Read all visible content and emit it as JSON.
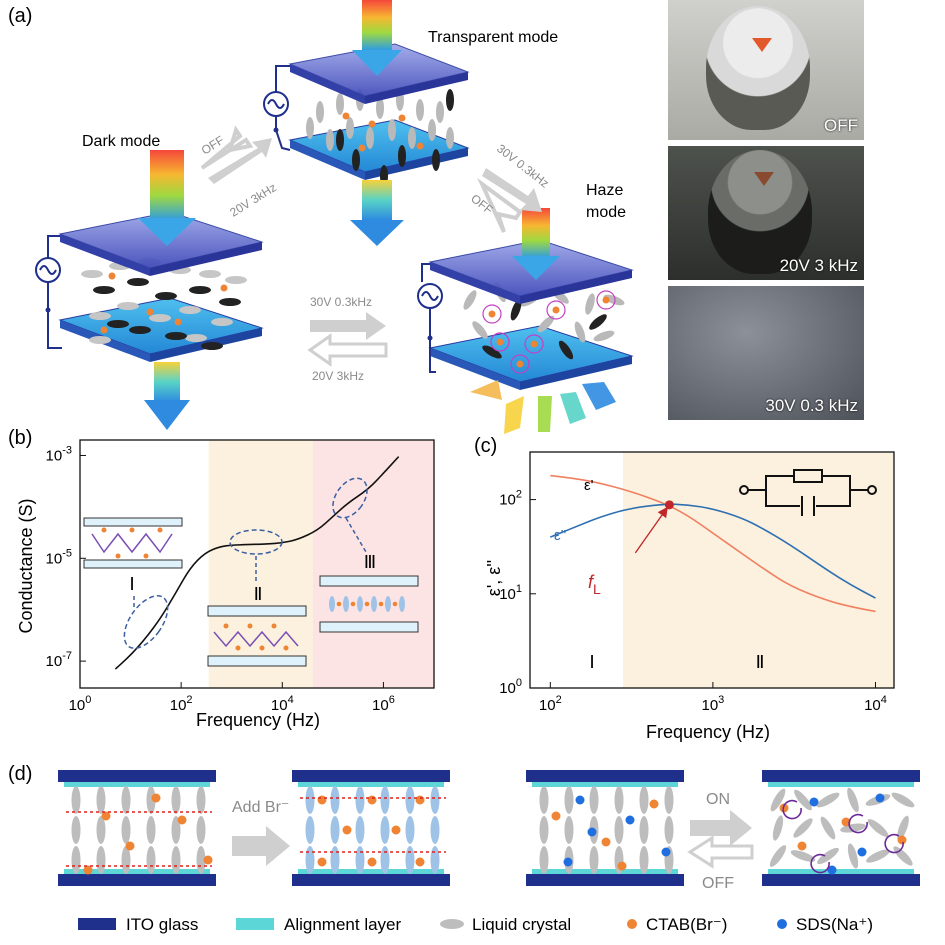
{
  "panel_a": {
    "label": "(a)",
    "modes": {
      "transparent": "Transparent mode",
      "dark": "Dark mode",
      "haze_1": "Haze",
      "haze_2": "mode"
    },
    "switches": {
      "dark_to_transparent": "OFF",
      "transparent_to_dark": "20V 3kHz",
      "transparent_to_haze": "30V 0.3kHz",
      "haze_to_transparent": "OFF",
      "dark_to_haze": "30V 0.3kHz",
      "haze_to_dark": "20V 3kHz"
    },
    "photos": [
      {
        "caption": "OFF",
        "tone": "#b9bab4"
      },
      {
        "caption": "20V 3 kHz",
        "tone": "#3b3e3a"
      },
      {
        "caption": "30V 0.3 kHz",
        "tone": "#5a5f66"
      }
    ]
  },
  "panel_b": {
    "label": "(b)",
    "xlabel": "Frequency (Hz)",
    "ylabel": "Conductance (S)",
    "region_labels": [
      "Ⅰ",
      "Ⅱ",
      "Ⅲ"
    ],
    "region_colors": [
      "#fbf1de",
      "#fce4e4"
    ]
  },
  "panel_c": {
    "label": "(c)",
    "xlabel": "Frequency (Hz)",
    "ylabel": "ε', ε''",
    "series_labels": [
      "ε'",
      "ε''"
    ],
    "fl_main": "f",
    "fl_sub": "L",
    "region_labels": [
      "Ⅰ",
      "Ⅱ"
    ],
    "region_color": "#fbf1de"
  },
  "panel_d": {
    "label": "(d)",
    "arrow1": "Add Br⁻",
    "arrow2_top": "ON",
    "arrow2_bottom": "OFF",
    "legend": [
      "ITO glass",
      "Alignment layer",
      "Liquid crystal",
      "CTAB(Br⁻)",
      "SDS(Na⁺)"
    ],
    "colors": {
      "ito": "#1f2f8c",
      "align": "#5cd6d6",
      "lc": "#bdbdbd",
      "lc_blue": "#9fc3e6",
      "ctab": "#ef8434",
      "sds": "#1f6fe0"
    }
  },
  "chart_data": [
    {
      "type": "line",
      "panel": "b",
      "xscale": "log",
      "yscale": "log",
      "xlim": [
        1,
        10000000
      ],
      "ylim": [
        3e-08,
        0.002
      ],
      "xticks": [
        1,
        100,
        10000,
        1000000
      ],
      "xtick_labels": [
        "10^0",
        "10^2",
        "10^4",
        "10^6"
      ],
      "yticks": [
        1e-07,
        1e-05,
        0.001
      ],
      "ytick_labels": [
        "10^-7",
        "10^-5",
        "10^-3"
      ],
      "regions": [
        [
          350,
          40000
        ],
        [
          40000,
          10000000
        ]
      ],
      "series": [
        {
          "x": [
            5,
            10,
            20,
            40,
            80,
            150,
            300,
            600,
            1000,
            2000,
            5000,
            10000,
            20000,
            50000,
            100000,
            200000,
            500000,
            1000000,
            2000000
          ],
          "y": [
            7e-08,
            1.3e-07,
            2.8e-07,
            7e-07,
            2.2e-06,
            6.5e-06,
            1.3e-05,
            1.7e-05,
            1.8e-05,
            1.85e-05,
            1.9e-05,
            2e-05,
            2.3e-05,
            3.5e-05,
            6.5e-05,
            0.00012,
            0.00022,
            0.00045,
            0.00095
          ]
        }
      ]
    },
    {
      "type": "line",
      "panel": "c",
      "xscale": "log",
      "yscale": "log",
      "xlim": [
        75,
        13000
      ],
      "ylim": [
        1,
        320
      ],
      "xticks": [
        100,
        1000,
        10000
      ],
      "xtick_labels": [
        "10^2",
        "10^3",
        "10^4"
      ],
      "yticks": [
        1,
        10,
        100
      ],
      "ytick_labels": [
        "10^0",
        "10^1",
        "10^2"
      ],
      "regions": [
        [
          280,
          13000
        ]
      ],
      "series": [
        {
          "name": "ε'",
          "color": "#f08060",
          "x": [
            100,
            150,
            200,
            300,
            500,
            700,
            1000,
            1500,
            2000,
            3000,
            5000,
            7000,
            10000
          ],
          "y": [
            180,
            165,
            150,
            125,
            92,
            68,
            44,
            27,
            19,
            12,
            8.5,
            7.3,
            6.5
          ]
        },
        {
          "name": "ε''",
          "color": "#2e6fb2",
          "x": [
            100,
            150,
            200,
            300,
            500,
            700,
            1000,
            1500,
            2000,
            3000,
            5000,
            7000,
            10000
          ],
          "y": [
            40,
            53,
            65,
            80,
            90,
            88,
            80,
            64,
            50,
            33,
            18,
            12.5,
            9
          ]
        }
      ],
      "marker": {
        "x": 540,
        "y": 88,
        "label": "f_L",
        "color": "#c0262a"
      }
    }
  ]
}
